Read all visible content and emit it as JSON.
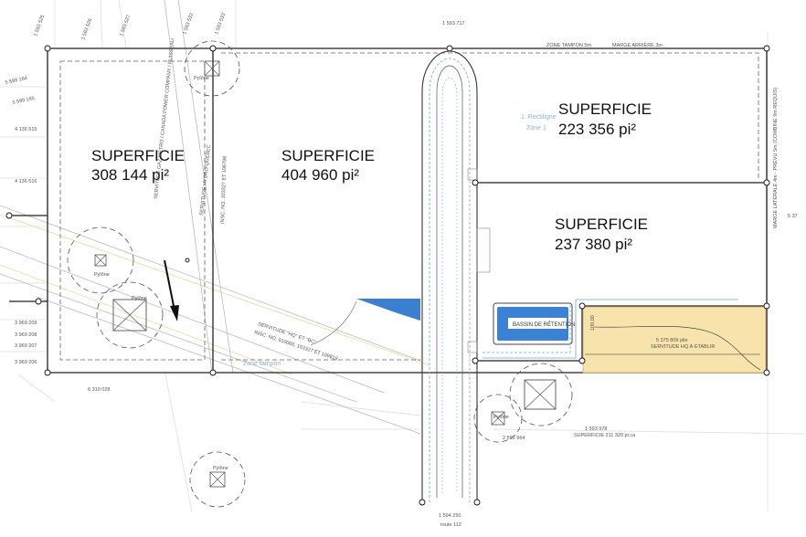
{
  "lots": [
    {
      "title": "SUPERFICIE",
      "area": "308 144 pi²"
    },
    {
      "title": "SUPERFICIE",
      "area": "404 960 pi²"
    },
    {
      "title": "SUPERFICIE",
      "area": "223 356 pi²"
    },
    {
      "title": "SUPERFICIE",
      "area": "237 380 pi²"
    }
  ],
  "basin_label": "BASSIN DE RÉTENTION",
  "top_labels": {
    "zone_tampon": "ZONE TAMPON 5m",
    "marge_arriere": "MARGE ARRIÈRE 3m"
  },
  "right_margin_label": "MARGE LATÉRALE 4m - PRÉVU 5m (COMBINÉ 9m REQUIS)",
  "lot_numbers": {
    "top": [
      "1 593 525",
      "1 593 526",
      "1 593 527",
      "1 593 532",
      "1 593 533",
      "1 593 717"
    ],
    "left": [
      "5 599 164",
      "5 599 165",
      "4 136 515",
      "4 136 516",
      "3 969 209",
      "3 969 208",
      "3 969 207",
      "3 969 206"
    ],
    "bottom_left": "6 310 028",
    "right": "5 37",
    "south_lot": "1 593 978",
    "south_area": "SUPERFICIE 211 320 pi.ca",
    "lot_2592": "2 592 964",
    "bottom_road_lot": "1 594 250",
    "bottom_road": "route 112"
  },
  "easements": {
    "left_vertical": "SERVITUDE GAZ MÉTRO / CANADA POWER COMPANY / RUISSEAU",
    "hydro_vertical": "SERVITUDE HYDRO-QUÉBEC",
    "inscription_vertical": "INSC. NO. 103327 ET 106798",
    "diagonal": "SERVITUDE \"HQ\" ET \"BC\"",
    "diagonal_insc": "INSC. NO. 910000, 103327 ET 109819",
    "yellow_lot": "5 375 809 plie",
    "yellow_servitude": "SERVITUDE HQ À ÉTABLIR",
    "yellow_dim": "100,00"
  },
  "zones": {
    "zone_tampon": "Zone tampon",
    "zone_1": "Zone 1",
    "zone_1_sub": "1. Rectiligne"
  },
  "pylone": "Pylône"
}
